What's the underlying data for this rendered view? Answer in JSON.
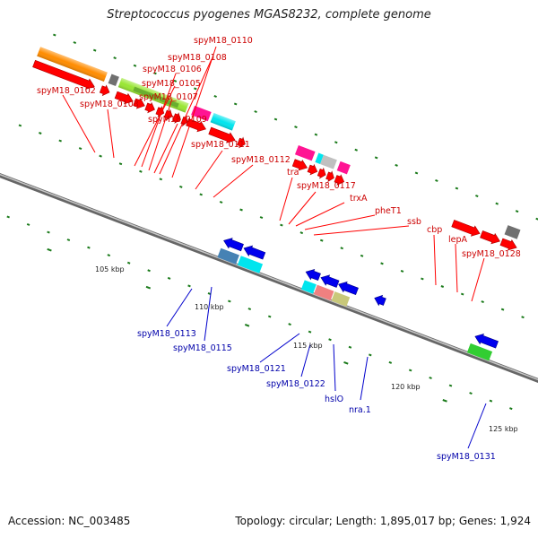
{
  "title": "Streptococcus pyogenes MGAS8232, complete genome",
  "footer": {
    "accession": "Accession: NC_003485",
    "summary": "Topology: circular; Length: 1,895,017 bp; Genes: 1,924"
  },
  "scale_labels": [
    "105 kbp",
    "110 kbp",
    "115 kbp",
    "120 kbp",
    "125 kbp"
  ],
  "outer_gene_labels": [
    "spyM18_0110",
    "spyM18_0108",
    "spyM18_0106",
    "spyM18_0105",
    "spyM18_0107",
    "spyM18_0102",
    "spyM18_0103",
    "spyM18_0109",
    "spyM18_0111",
    "spyM18_0112",
    "tra",
    "spyM18_0117",
    "trxA",
    "pheT1",
    "ssb",
    "cbp",
    "lepA",
    "spyM18_0128"
  ],
  "inner_gene_labels": [
    "spyM18_0113",
    "spyM18_0115",
    "spyM18_0121",
    "spyM18_0122",
    "hslO",
    "nra.1",
    "spyM18_0131"
  ],
  "colors": {
    "forward_strand": "#ff0000",
    "reverse_strand": "#0000ee",
    "backbone": "#888888",
    "tick": "#1a7a1a",
    "cog_orange": "#ff8c00",
    "cog_yellowgreen": "#99e633",
    "cog_magenta": "#ff1493",
    "cog_cyan": "#00e5ee",
    "cog_lightgray": "#c0c0c0",
    "cog_gray": "#707070",
    "cog_steelblue": "#4682b4",
    "cog_salmon": "#f08080",
    "cog_khaki": "#c8c87a",
    "cog_green": "#32cd32"
  }
}
